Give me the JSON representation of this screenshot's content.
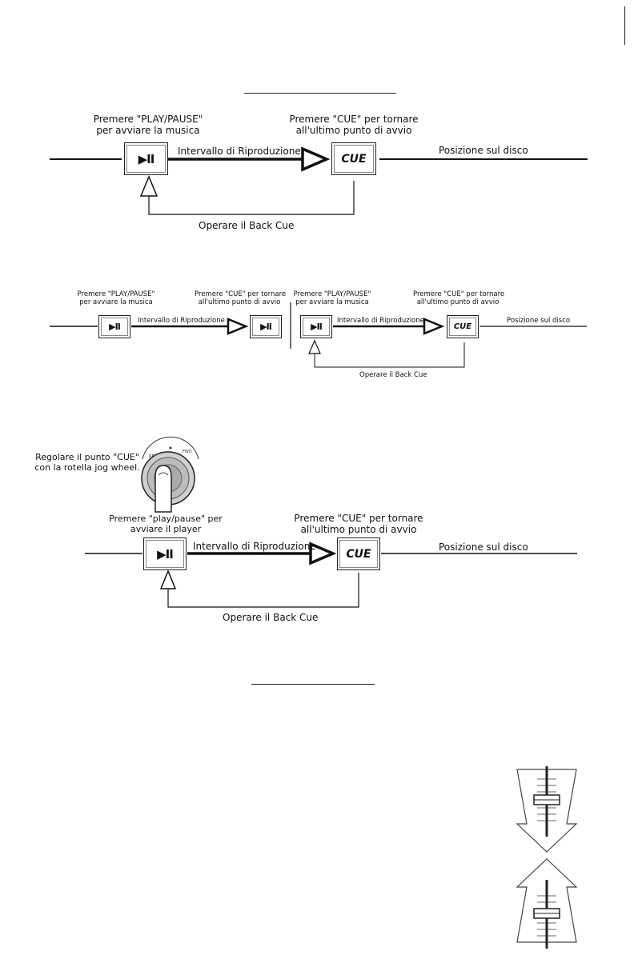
{
  "corner_mark": "",
  "diagram1": {
    "play_label_line1": "Premere \"PLAY/PAUSE\"",
    "play_label_line2": "per avviare la musica",
    "cue_label_line1": "Premere \"CUE\" per tornare",
    "cue_label_line2": "all'ultimo punto di avvio",
    "play_button": "▶II",
    "cue_button": "CUE",
    "interval": "Intervallo di Riproduzione",
    "position": "Posizione sul disco",
    "back_cue": "Operare il Back Cue"
  },
  "diagram2": {
    "left": {
      "play_label_line1": "Premere \"PLAY/PAUSE\"",
      "play_label_line2": "per avviare la musica",
      "cue_label_line1": "Premere \"CUE\" per tornare",
      "cue_label_line2": "all'ultimo punto di avvio",
      "play_button": "▶II",
      "end_button": "▶II",
      "interval": "Intervallo di Riproduzione"
    },
    "right": {
      "play_label_line1": "Premere \"PLAY/PAUSE\"",
      "play_label_line2": "per avviare la musica",
      "cue_label_line1": "Premere \"CUE\" per tornare",
      "cue_label_line2": "all'ultimo punto di avvio",
      "play_button": "▶II",
      "cue_button": "CUE",
      "interval": "Intervallo di Riproduzione",
      "position": "Posizione sul disco",
      "back_cue": "Operare il Back Cue"
    }
  },
  "diagram3": {
    "jog_label_line1": "Regolare il punto \"CUE\"",
    "jog_label_line2": "con la rotella jog wheel.",
    "jog_icon": "jog-wheel-with-finger-icon",
    "play_label_line1": "Premere \"play/pause\" per",
    "play_label_line2": "avviare il player",
    "cue_label_line1": "Premere \"CUE\" per tornare",
    "cue_label_line2": "all'ultimo punto di avvio",
    "play_button": "▶II",
    "cue_button": "CUE",
    "interval": "Intervallo di Riproduzione",
    "position": "Posizione sul disco",
    "back_cue": "Operare il Back Cue"
  },
  "pitch_illustration": {
    "icon": "pitch-fader-arrows-icon"
  }
}
